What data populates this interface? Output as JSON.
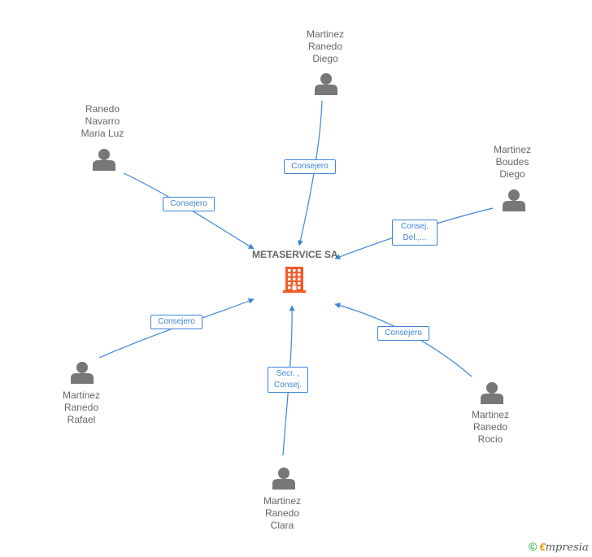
{
  "center": {
    "name": "METASERVICE SA",
    "color": "#f05a28"
  },
  "link_color": "#3d85d8",
  "person_color": "#777777",
  "people": [
    {
      "id": "p1",
      "lines": [
        "Martinez",
        "Ranedo",
        "Diego"
      ],
      "edge_label": [
        "Consejero"
      ]
    },
    {
      "id": "p2",
      "lines": [
        "Ranedo",
        "Navarro",
        "Maria Luz"
      ],
      "edge_label": [
        "Consejero"
      ]
    },
    {
      "id": "p3",
      "lines": [
        "Martinez",
        "Boudes",
        "Diego"
      ],
      "edge_label": [
        "Consej.",
        "Del.,..."
      ]
    },
    {
      "id": "p4",
      "lines": [
        "Martinez",
        "Ranedo",
        "Rafael"
      ],
      "edge_label": [
        "Consejero"
      ]
    },
    {
      "id": "p5",
      "lines": [
        "Martinez",
        "Ranedo",
        "Clara"
      ],
      "edge_label": [
        "Secr. ,",
        "Consej."
      ]
    },
    {
      "id": "p6",
      "lines": [
        "Martinez",
        "Ranedo",
        "Rocio"
      ],
      "edge_label": [
        "Consejero"
      ]
    }
  ],
  "footer": {
    "copyright": "©",
    "brand_initial": "€",
    "brand_rest": "mpresia"
  }
}
